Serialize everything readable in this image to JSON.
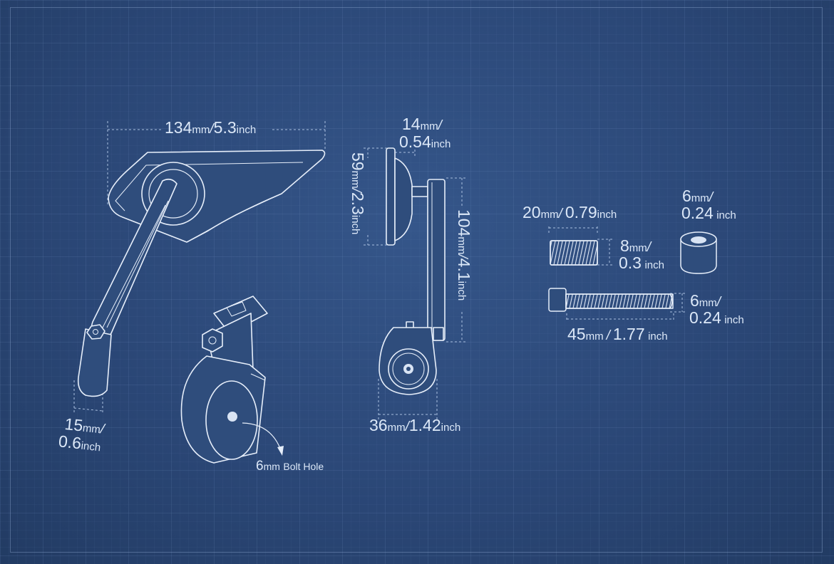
{
  "dimensions": {
    "width_134": {
      "value": "134",
      "unit": "mm",
      "sep": "/",
      "alt_value": "5.3",
      "alt_unit": "inch"
    },
    "width_15": {
      "value": "15",
      "unit": "mm",
      "sep": "/",
      "alt_value": "0.6",
      "alt_unit": "inch"
    },
    "depth_14": {
      "value": "14",
      "unit": "mm",
      "sep": "/",
      "alt_value": "0.54",
      "alt_unit": "inch"
    },
    "height_59": {
      "value": "59",
      "unit": "mm",
      "sep": "/",
      "alt_value": "2.3",
      "alt_unit": "inch"
    },
    "height_104": {
      "value": "104",
      "unit": "mm",
      "sep": "/",
      "alt_value": "4.1",
      "alt_unit": "inch"
    },
    "clamp_36": {
      "value": "36",
      "unit": "mm",
      "sep": "/",
      "alt_value": "1.42",
      "alt_unit": "inch"
    },
    "bolt_hole": {
      "value": "6",
      "unit": "mm",
      "text": "Bolt Hole"
    },
    "grub_length": {
      "value": "20",
      "unit": "mm",
      "sep": "/",
      "alt_value": "0.79",
      "alt_unit": "inch"
    },
    "grub_dia": {
      "value": "8",
      "unit": "mm",
      "sep": "/",
      "alt_value": "0.3",
      "alt_unit": "inch"
    },
    "spacer": {
      "value": "6",
      "unit": "mm",
      "sep": "/",
      "alt_value": "0.24",
      "alt_unit": "inch"
    },
    "bolt_dia": {
      "value": "6",
      "unit": "mm",
      "sep": "/",
      "alt_value": "0.24",
      "alt_unit": "inch"
    },
    "bolt_length": {
      "value": "45",
      "unit": "mm",
      "sep": "/",
      "alt_value": "1.77",
      "alt_unit": "inch"
    }
  },
  "colors": {
    "background": "#2b4877",
    "line": "#e6eefa",
    "part_fill": "#2f4d7c",
    "dim_line": "#a9bfdf"
  }
}
